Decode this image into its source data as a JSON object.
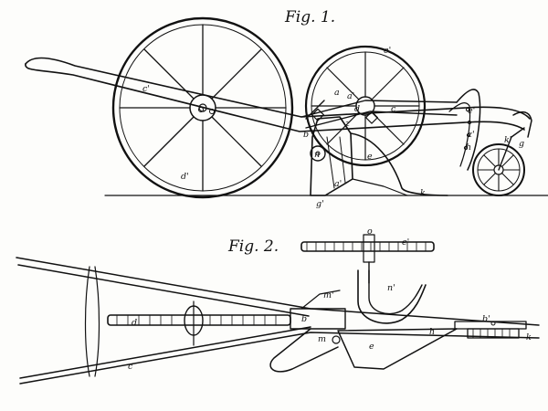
{
  "figures": [
    {
      "id": "fig1",
      "title": "Fig. 1.",
      "labels": [
        "c'",
        "c",
        "e'",
        "a",
        "a'",
        "d",
        "b",
        "z",
        "n",
        "e",
        "e'",
        "d'",
        "a'",
        "g'",
        "k",
        "z'",
        "h",
        "k'",
        "g"
      ]
    },
    {
      "id": "fig2",
      "title": "Fig. 2.",
      "labels": [
        "o",
        "e'",
        "m'",
        "n'",
        "d",
        "c",
        "b",
        "m",
        "h",
        "e",
        "b'",
        "k"
      ]
    }
  ],
  "colors": {
    "ink": "#111111",
    "paper": "#fdfdfb"
  }
}
